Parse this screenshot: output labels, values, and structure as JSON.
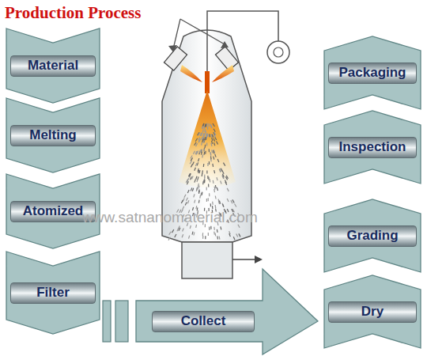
{
  "diagram": {
    "title": "Production Process",
    "nodes": [
      {
        "text": [
          "Material"
        ]
      },
      {
        "text": [
          "Melting"
        ]
      },
      {
        "text": [
          "Atomized"
        ]
      },
      {
        "text": [
          "Filter"
        ]
      },
      {
        "text": [
          "Collect"
        ]
      },
      {
        "text": [
          "Dry"
        ]
      },
      {
        "text": [
          "Grading"
        ]
      },
      {
        "text": [
          "Inspection"
        ]
      },
      {
        "text": [
          "Packaging"
        ]
      }
    ],
    "labels": [
      "www.satnanomaterial.com"
    ]
  }
}
